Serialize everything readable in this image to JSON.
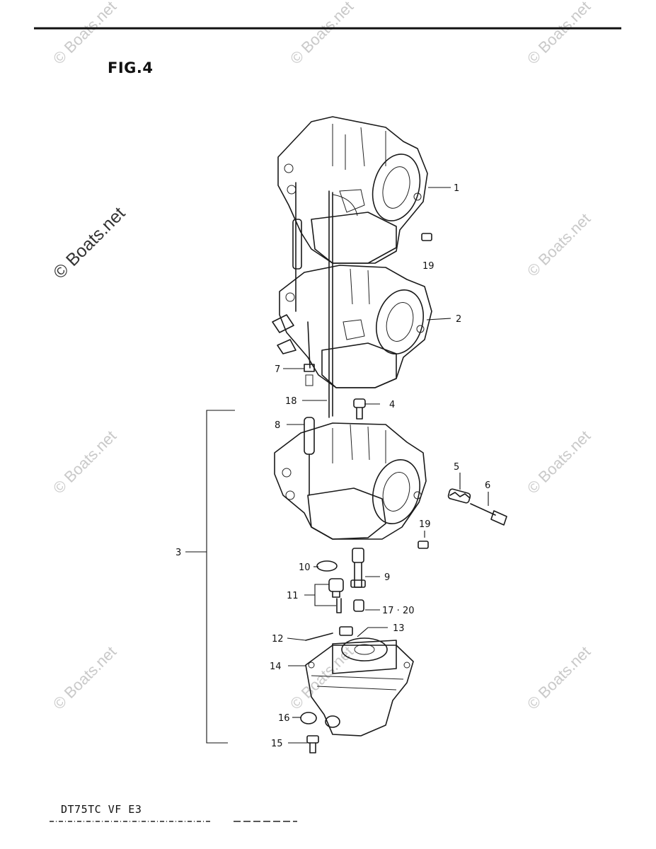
{
  "figure": {
    "title": "FIG.4",
    "model_code": "DT75TC  VF  E3"
  },
  "watermark": {
    "text": "© Boats.net",
    "prominent_text": "© Boats.net"
  },
  "diagram": {
    "subject": "carburetor assembly exploded view",
    "callouts": [
      "1",
      "19",
      "2",
      "7",
      "18",
      "4",
      "8",
      "3",
      "5",
      "6",
      "19",
      "10",
      "9",
      "11",
      "17 · 20",
      "12",
      "13",
      "14",
      "16",
      "15"
    ]
  }
}
